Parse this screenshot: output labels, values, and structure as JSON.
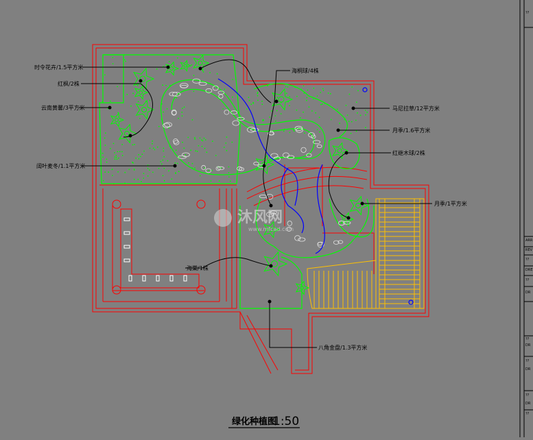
{
  "drawing": {
    "title": "绿化种植图",
    "scale": "1:50"
  },
  "labels": [
    {
      "id": "l1",
      "text": "时令花卉/1.5平方米"
    },
    {
      "id": "l2",
      "text": "红枫/2株"
    },
    {
      "id": "l3",
      "text": "云南黄馨/3平方米"
    },
    {
      "id": "l4",
      "text": "阔叶麦冬/1.1平方米"
    },
    {
      "id": "l5",
      "text": "海桐球/4株"
    },
    {
      "id": "l6",
      "text": "马尼拉草/12平方米"
    },
    {
      "id": "l7",
      "text": "月季/1.6平方米"
    },
    {
      "id": "l8",
      "text": "红继木球/2株"
    },
    {
      "id": "l9",
      "text": "月季/1平方米"
    },
    {
      "id": "l10",
      "text": "海棠/1株"
    },
    {
      "id": "l11",
      "text": "八角金盘/1.3平方米"
    }
  ],
  "watermark": {
    "text": "沐风网",
    "url": "www.mfcad.com"
  },
  "colors": {
    "background": "#808080",
    "wall": "#ff0000",
    "planting": "#00ff00",
    "deck": "#ffc000",
    "water": "#0000ff",
    "leader": "#000000"
  },
  "side_panel": {
    "marks": [
      "??",
      "ARR",
      "REV",
      "??",
      "DRE",
      "??",
      "DR",
      "??",
      "DR",
      "??",
      "DR",
      "??",
      "DR",
      "??"
    ]
  }
}
